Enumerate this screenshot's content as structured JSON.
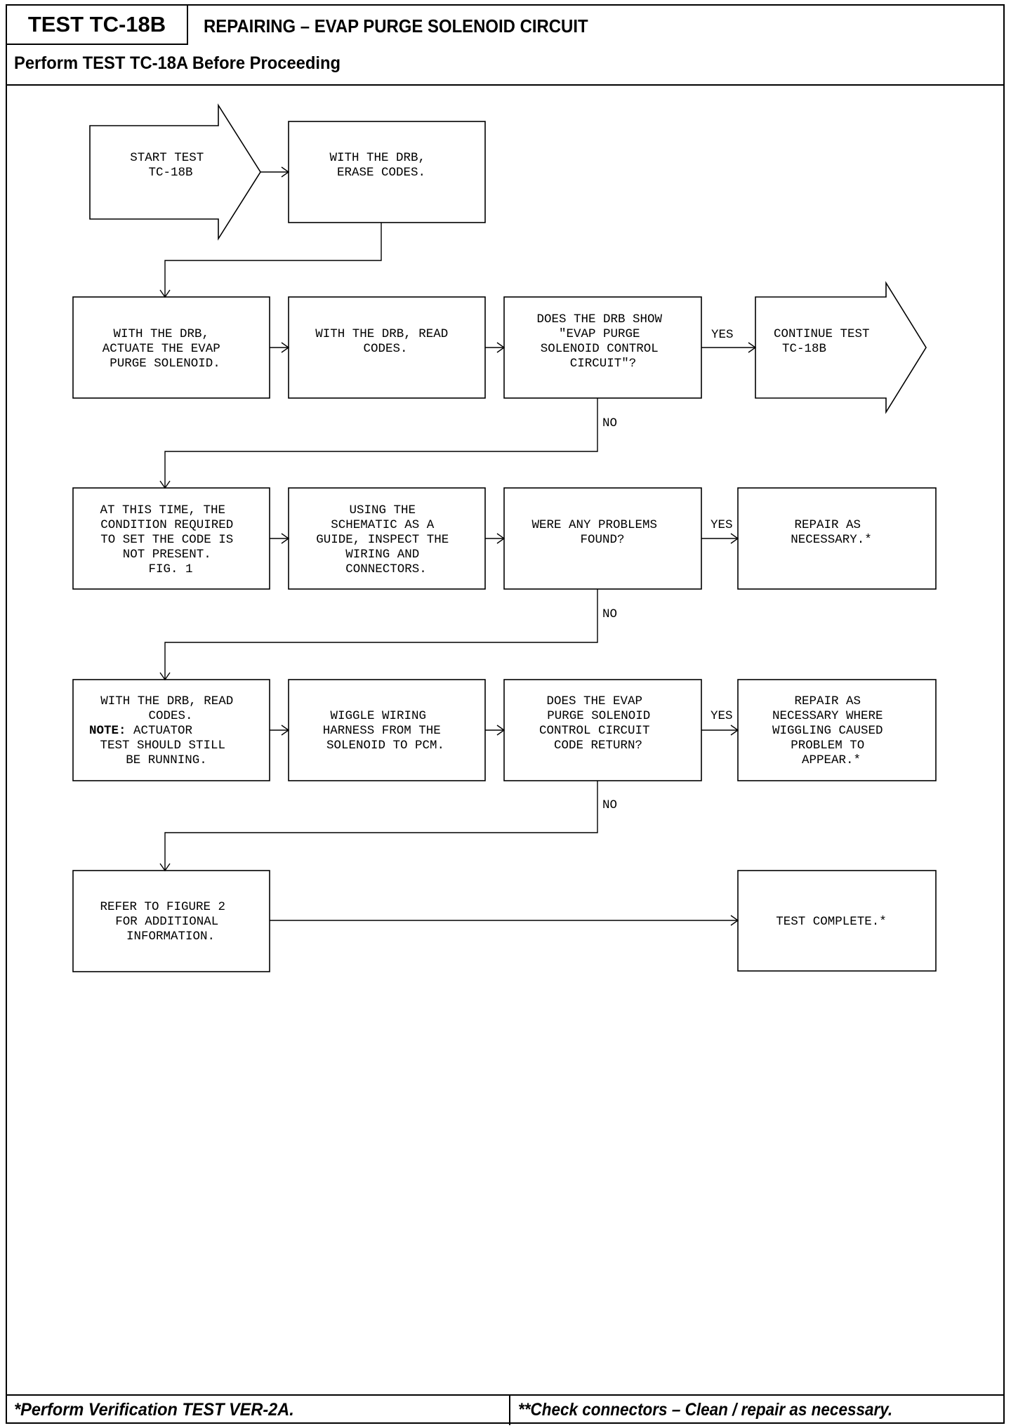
{
  "header": {
    "test_id": "TEST TC-18B",
    "title": "REPAIRING – EVAP PURGE SOLENOID CIRCUIT",
    "prerequisite": "Perform TEST TC-18A Before Proceeding"
  },
  "footer": {
    "left_note": "*Perform Verification TEST VER-2A.",
    "right_note": "**Check connectors – Clean / repair as necessary."
  },
  "flowchart": {
    "nodes": {
      "start": {
        "lines": [
          "START TEST",
          "TC-18B"
        ]
      },
      "erase_codes": {
        "lines": [
          "WITH THE DRB,",
          "ERASE CODES."
        ]
      },
      "actuate_solenoid": {
        "lines": [
          "WITH THE DRB,",
          "ACTUATE THE EVAP",
          "PURGE SOLENOID."
        ]
      },
      "read_codes_1": {
        "lines": [
          "WITH THE DRB, READ",
          "CODES."
        ]
      },
      "drb_show_question": {
        "lines": [
          "DOES THE DRB SHOW",
          "\"EVAP PURGE",
          "SOLENOID CONTROL",
          "CIRCUIT\"?"
        ]
      },
      "continue_test": {
        "lines": [
          "CONTINUE TEST",
          "TC-18B"
        ]
      },
      "condition_not_present": {
        "lines": [
          "AT THIS TIME, THE",
          "CONDITION REQUIRED",
          "TO SET THE CODE IS",
          "NOT PRESENT.",
          "FIG. 1"
        ]
      },
      "inspect_wiring": {
        "lines": [
          "USING THE",
          "SCHEMATIC AS A",
          "GUIDE, INSPECT THE",
          "WIRING AND",
          "CONNECTORS."
        ]
      },
      "problems_found_question": {
        "lines": [
          "WERE ANY PROBLEMS",
          "FOUND?"
        ]
      },
      "repair_1": {
        "lines": [
          "REPAIR AS",
          "NECESSARY.*"
        ]
      },
      "read_codes_2": {
        "lines": [
          "WITH THE DRB, READ",
          "CODES.",
          "TEST SHOULD STILL",
          "BE RUNNING."
        ],
        "note_label": "NOTE:",
        "note_text": " ACTUATOR"
      },
      "wiggle_wiring": {
        "lines": [
          "WIGGLE WIRING",
          "HARNESS FROM THE",
          "SOLENOID TO PCM."
        ]
      },
      "code_return_question": {
        "lines": [
          "DOES THE EVAP",
          "PURGE SOLENOID",
          "CONTROL CIRCUIT",
          "CODE RETURN?"
        ]
      },
      "repair_2": {
        "lines": [
          "REPAIR AS",
          "NECESSARY WHERE",
          "WIGGLING CAUSED",
          "PROBLEM TO",
          "APPEAR.*"
        ]
      },
      "refer_figure_2": {
        "lines": [
          "REFER TO FIGURE 2",
          "FOR ADDITIONAL",
          "INFORMATION."
        ]
      },
      "test_complete": {
        "lines": [
          "TEST COMPLETE.*"
        ]
      }
    },
    "edge_labels": {
      "yes_1": "YES",
      "no_1": "NO",
      "yes_2": "YES",
      "no_2": "NO",
      "yes_3": "YES",
      "no_3": "NO"
    }
  }
}
